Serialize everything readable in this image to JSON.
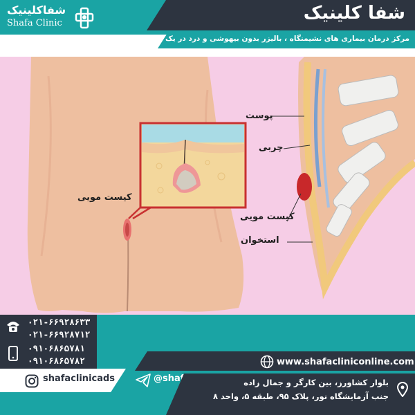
{
  "header": {
    "title": "شفا کلینیک",
    "subtitle": "مرکز درمان بیماری های نشیمنگاه ، بالیزر بدون بیهوشی و درد در یک جلسه",
    "logo_fa": "شفاکلینیک",
    "logo_en": "Shafa Clinic"
  },
  "labels": {
    "cyst_left": "کیست مویی",
    "skin": "پوست",
    "fat": "چربی",
    "cyst_right": "کیست مویی",
    "bone": "استخوان"
  },
  "footer": {
    "phones": [
      "۰۲۱-۶۶۹۲۸۶۳۳",
      "۰۲۱-۶۶۹۲۸۷۱۲",
      "۰۹۱۰۶۸۶۵۷۸۱",
      "۰۹۱۰۶۸۶۵۷۸۲"
    ],
    "instagram": "shafaclinicads",
    "telegram": "@shafaclinicads",
    "website": "www.shafacliniconline.com",
    "address_line1": "بلوار کشاورز، بین کارگر و جمال زاده",
    "address_line2": "جنب آزمایشگاه نور، پلاک ۹۵، طبقه ۵، واحد ۸"
  },
  "colors": {
    "teal": "#1aa4a4",
    "dark": "#2d3440",
    "skin": "#eebfa0",
    "background_pink": "#f6cde6"
  },
  "icons": [
    "phone-icon",
    "mobile-icon",
    "instagram-icon",
    "telegram-icon",
    "globe-icon",
    "location-icon"
  ]
}
